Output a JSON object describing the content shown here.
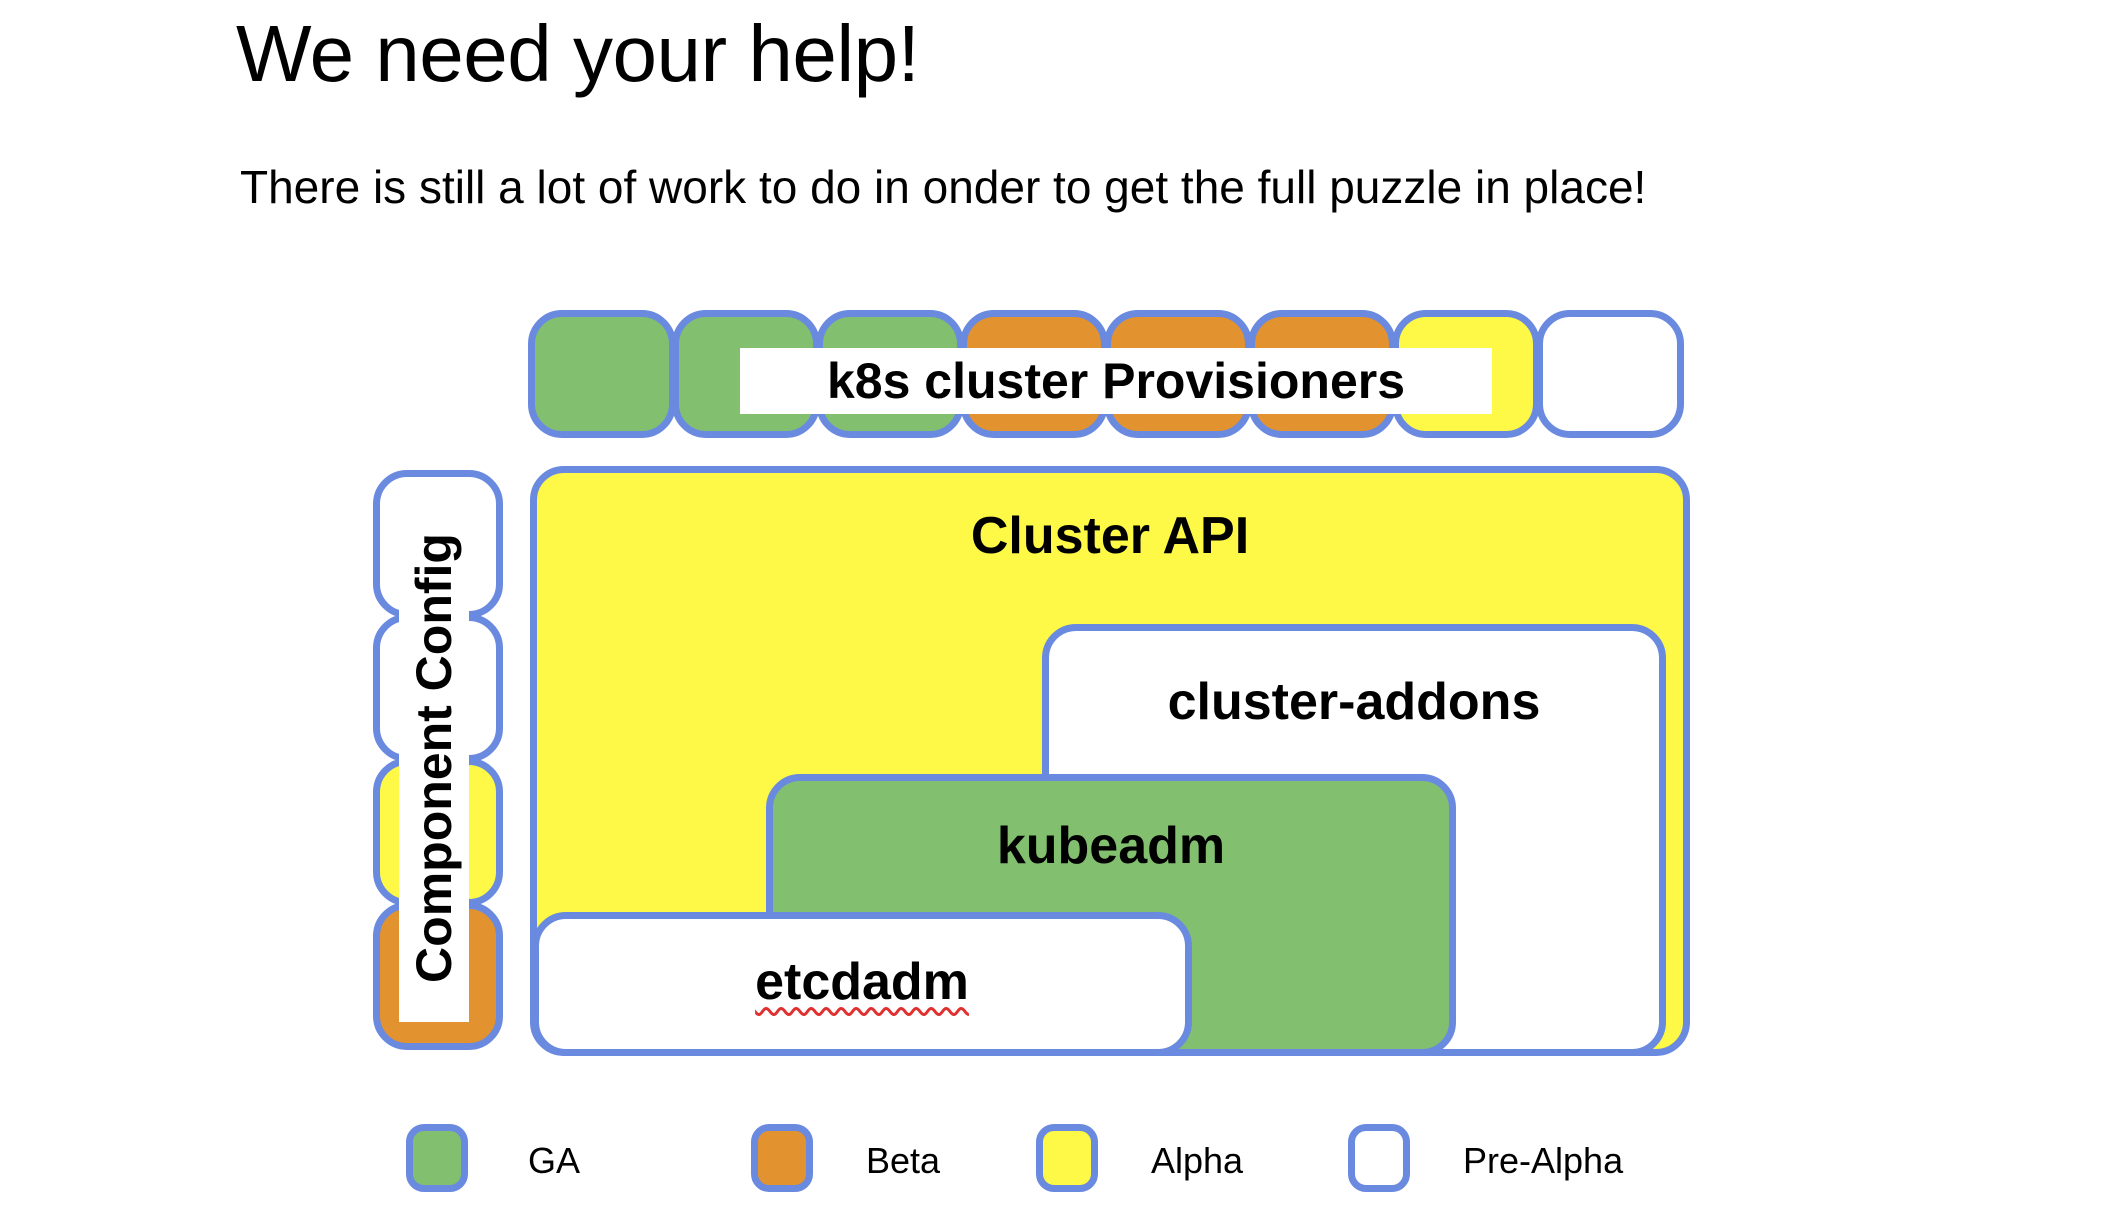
{
  "slide": {
    "title": "We need your help!",
    "subtitle": "There is still a lot of work to do in onder to get the full puzzle in place!"
  },
  "diagram": {
    "provisioners_row": {
      "label": "k8s cluster Provisioners",
      "tiles": [
        {
          "name": "provisioner-tile-1",
          "status": "GA",
          "color": "#82c070"
        },
        {
          "name": "provisioner-tile-2",
          "status": "GA",
          "color": "#82c070"
        },
        {
          "name": "provisioner-tile-3",
          "status": "GA",
          "color": "#82c070"
        },
        {
          "name": "provisioner-tile-4",
          "status": "Beta",
          "color": "#e2922f"
        },
        {
          "name": "provisioner-tile-5",
          "status": "Beta",
          "color": "#e2922f"
        },
        {
          "name": "provisioner-tile-6",
          "status": "Beta",
          "color": "#e2922f"
        },
        {
          "name": "provisioner-tile-7",
          "status": "Alpha",
          "color": "#fdf946"
        },
        {
          "name": "provisioner-tile-8",
          "status": "Pre-Alpha",
          "color": "#ffffff"
        }
      ]
    },
    "component_config_column": {
      "label": "Component Config",
      "tiles": [
        {
          "name": "component-config-tile-1",
          "status": "Pre-Alpha",
          "color": "#ffffff"
        },
        {
          "name": "component-config-tile-2",
          "status": "Pre-Alpha",
          "color": "#ffffff"
        },
        {
          "name": "component-config-tile-3",
          "status": "Alpha",
          "color": "#fdf946"
        },
        {
          "name": "component-config-tile-4",
          "status": "Beta",
          "color": "#e2922f"
        }
      ]
    },
    "pieces": [
      {
        "name": "cluster-api",
        "label": "Cluster API",
        "status": "Alpha",
        "color": "#fdf946"
      },
      {
        "name": "cluster-addons",
        "label": "cluster-addons",
        "status": "Pre-Alpha",
        "color": "#ffffff"
      },
      {
        "name": "kubeadm",
        "label": "kubeadm",
        "status": "GA",
        "color": "#82c070"
      },
      {
        "name": "etcdadm",
        "label": "etcdadm",
        "status": "Pre-Alpha",
        "color": "#ffffff",
        "spellcheck_flagged": true
      }
    ],
    "border_color": "#6a8ae0"
  },
  "legend": {
    "items": [
      {
        "label": "GA",
        "color": "#82c070"
      },
      {
        "label": "Beta",
        "color": "#e2922f"
      },
      {
        "label": "Alpha",
        "color": "#fdf946"
      },
      {
        "label": "Pre-Alpha",
        "color": "#ffffff"
      }
    ]
  }
}
